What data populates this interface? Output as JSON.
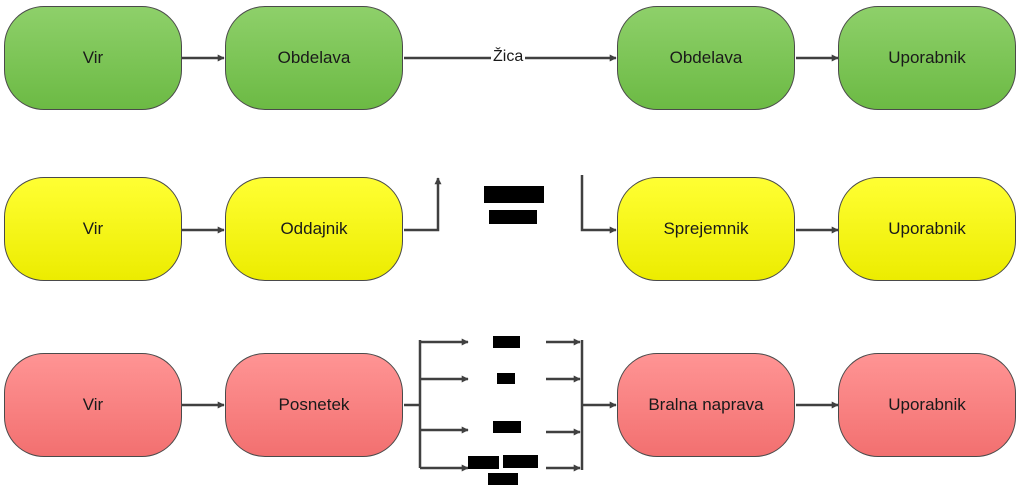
{
  "row1": {
    "nodes": [
      "Vir",
      "Obdelava",
      "Obdelava",
      "Uporabnik"
    ],
    "edge_label": "Žica",
    "color": "#6cba44"
  },
  "row2": {
    "nodes": [
      "Vir",
      "Oddajnik",
      "Sprejemnik",
      "Uporabnik"
    ],
    "color": "#ffff00"
  },
  "row3": {
    "nodes": [
      "Vir",
      "Posnetek",
      "Bralna naprava",
      "Uporabnik"
    ],
    "color": "#f27070"
  },
  "edge_color": "#404040"
}
